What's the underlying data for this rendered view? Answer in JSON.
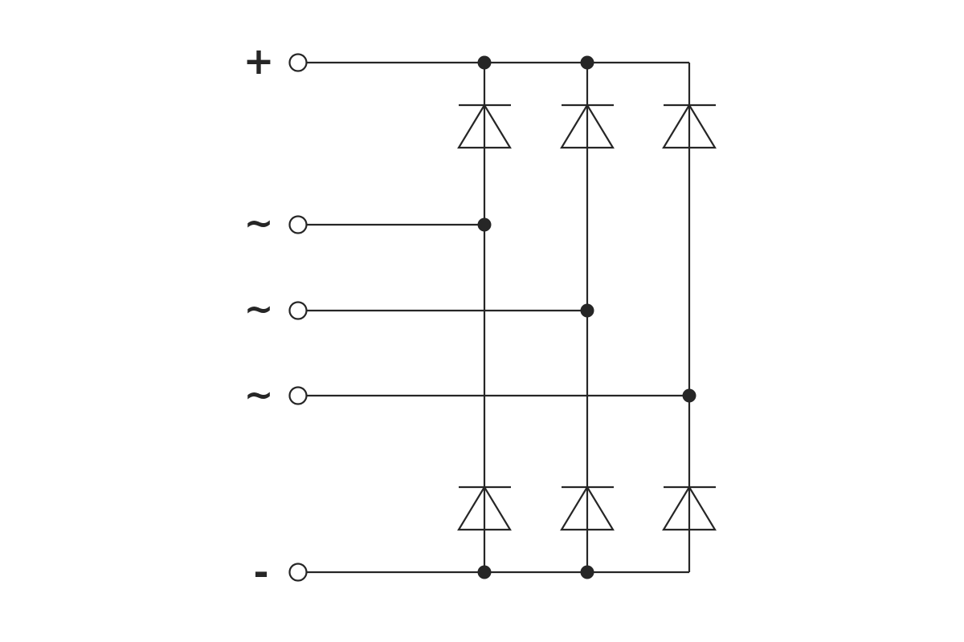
{
  "diagram": {
    "terminals": [
      {
        "id": "plus",
        "label": "+"
      },
      {
        "id": "ac1",
        "label": "~"
      },
      {
        "id": "ac2",
        "label": "~"
      },
      {
        "id": "ac3",
        "label": "~"
      },
      {
        "id": "minus",
        "label": "-"
      }
    ],
    "diodes": [
      {
        "id": "d-upper-1",
        "leg": 1,
        "position": "upper",
        "anode": "ac1",
        "cathode": "plus"
      },
      {
        "id": "d-upper-2",
        "leg": 2,
        "position": "upper",
        "anode": "ac2",
        "cathode": "plus"
      },
      {
        "id": "d-upper-3",
        "leg": 3,
        "position": "upper",
        "anode": "ac3",
        "cathode": "plus"
      },
      {
        "id": "d-lower-1",
        "leg": 1,
        "position": "lower",
        "anode": "minus",
        "cathode": "ac1"
      },
      {
        "id": "d-lower-2",
        "leg": 2,
        "position": "lower",
        "anode": "minus",
        "cathode": "ac2"
      },
      {
        "id": "d-lower-3",
        "leg": 3,
        "position": "lower",
        "anode": "minus",
        "cathode": "ac3"
      }
    ],
    "colors": {
      "line": "#262626",
      "background": "#ffffff"
    }
  }
}
